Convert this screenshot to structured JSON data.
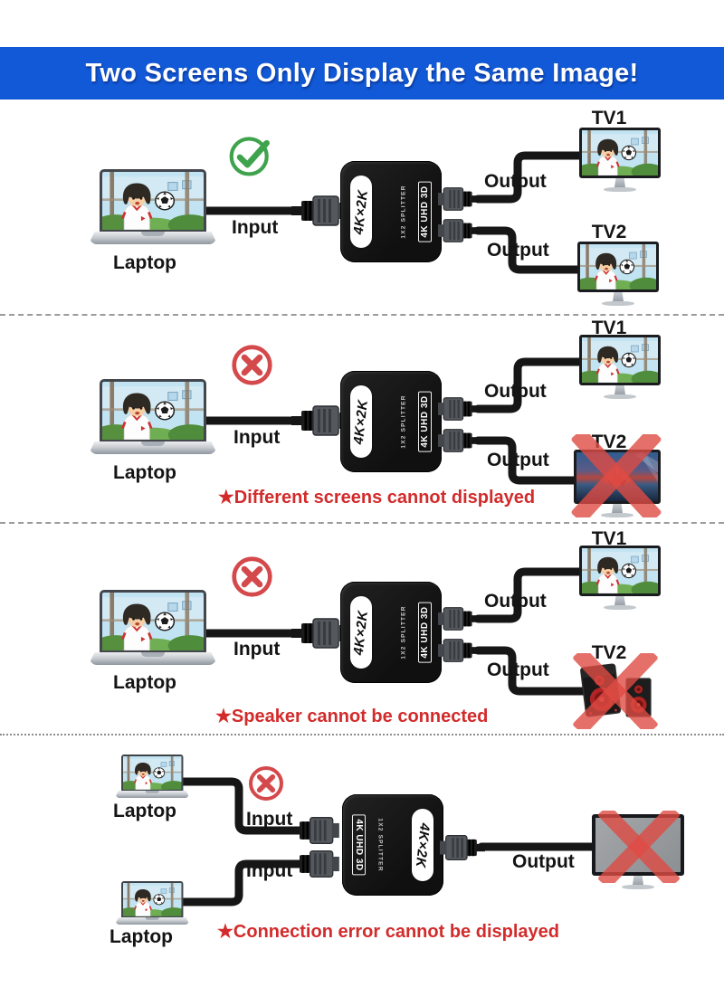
{
  "header": {
    "title": "Two Screens Only Display the Same Image!"
  },
  "device": {
    "model": "4K×2K",
    "type_label": "1X2 SPLITTER",
    "spec_label": "4K UHD 3D"
  },
  "labels": {
    "input": "Input",
    "output": "Output",
    "laptop": "Laptop",
    "tv1": "TV1",
    "tv2": "TV2"
  },
  "sections": [
    {
      "name": "correct-usage",
      "result": "allowed",
      "caption": ""
    },
    {
      "name": "different-screens",
      "result": "not-allowed",
      "caption": "★Different screens cannot displayed"
    },
    {
      "name": "speaker",
      "result": "not-allowed",
      "caption": "★Speaker cannot be connected"
    },
    {
      "name": "dual-input",
      "result": "not-allowed",
      "caption": "★Connection error cannot be displayed"
    }
  ],
  "icons": {
    "allowed": "green-check-circle",
    "not_allowed": "red-x-circle",
    "invalid_overlay": "red-cross"
  },
  "colors": {
    "banner_blue": "#1159d6",
    "caption_red": "#d22b2b",
    "check_green": "#3fa34d",
    "cross_red": "#d4494b"
  }
}
